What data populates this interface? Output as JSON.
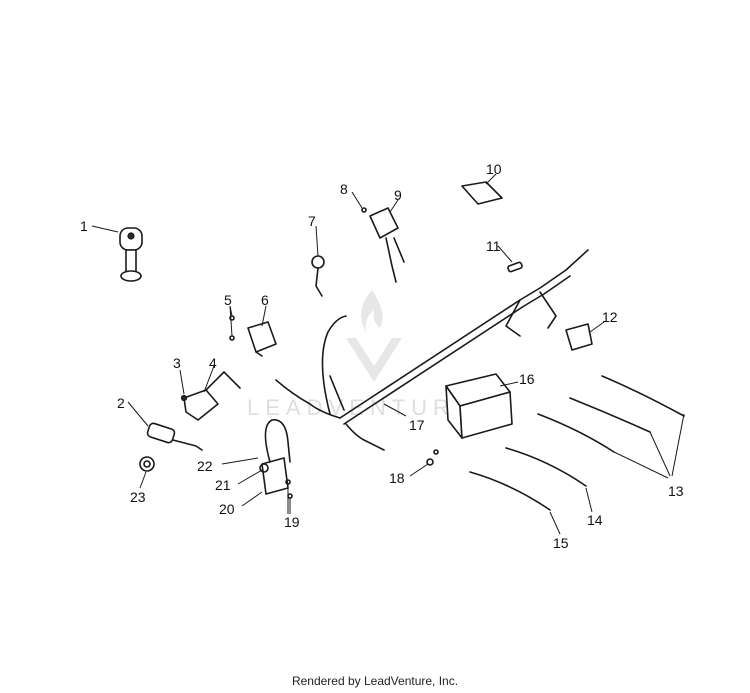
{
  "diagram": {
    "callouts": [
      "1",
      "2",
      "3",
      "4",
      "5",
      "6",
      "7",
      "8",
      "9",
      "10",
      "11",
      "12",
      "13",
      "14",
      "15",
      "16",
      "17",
      "18",
      "19",
      "20",
      "21",
      "22",
      "23"
    ]
  },
  "watermark": {
    "text": "LEADVENTURE"
  },
  "footer": {
    "text": "Rendered by LeadVenture, Inc."
  },
  "colors": {
    "line": "#1a1a1a",
    "watermark": "#d6d6d6",
    "background": "#ffffff"
  }
}
